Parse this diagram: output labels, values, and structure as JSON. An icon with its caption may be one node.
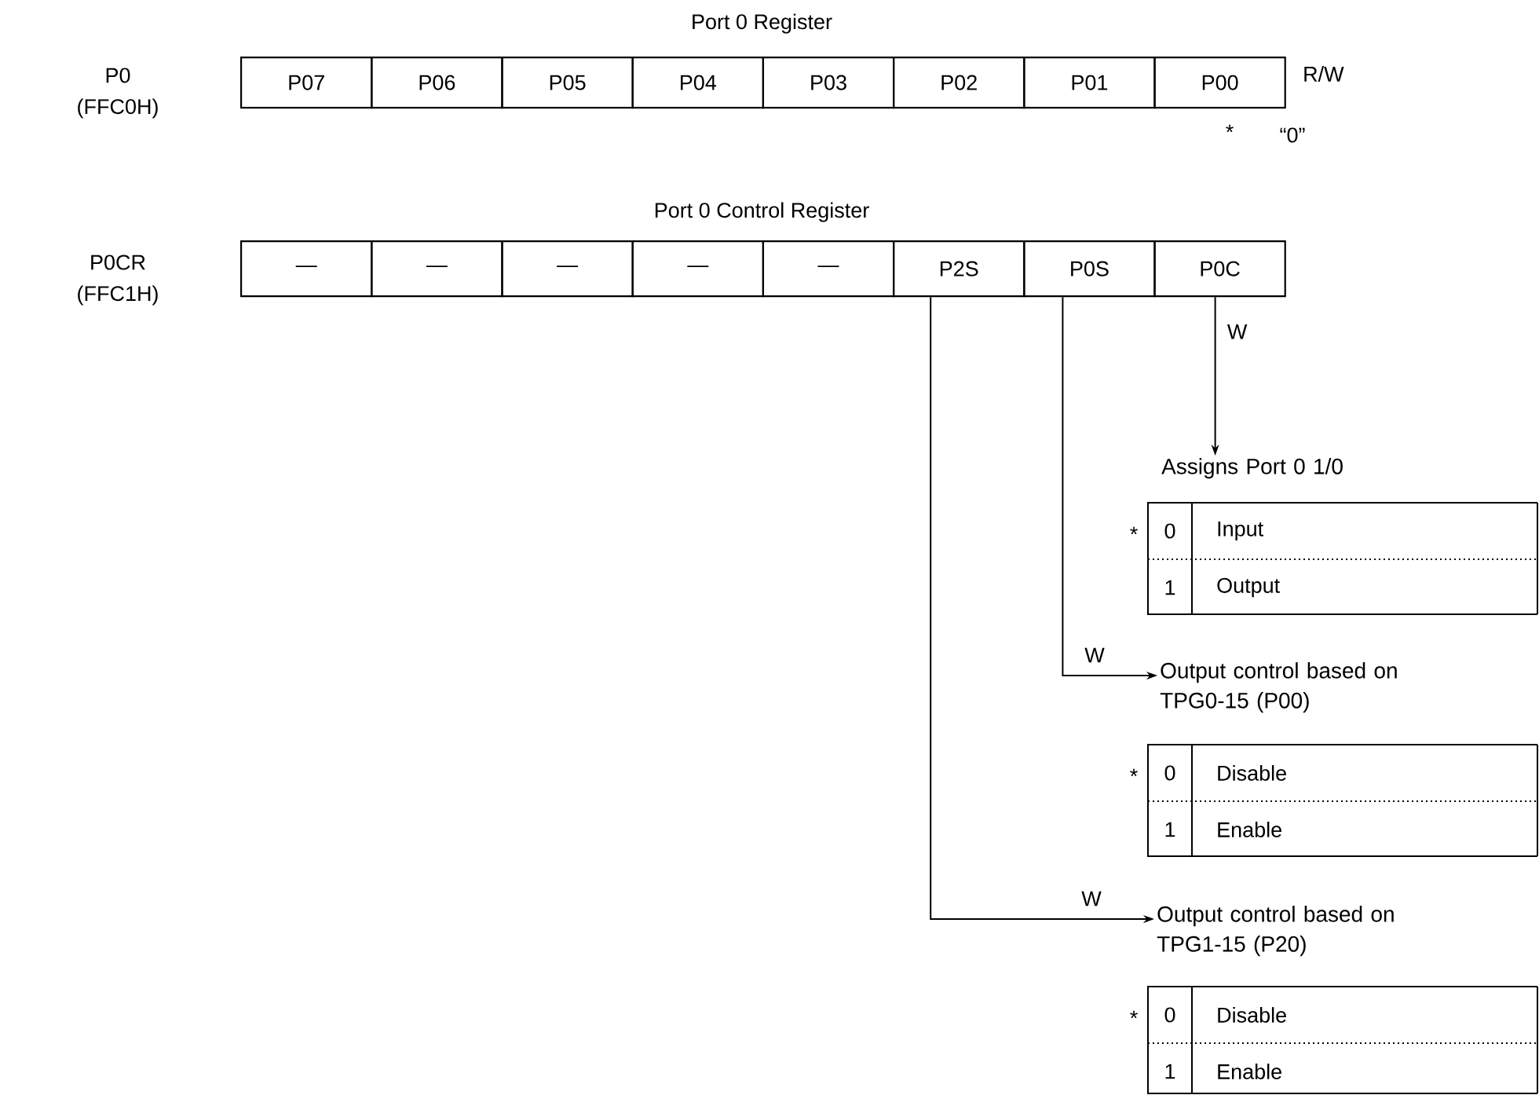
{
  "diagram": {
    "nodes": [
      {
        "text": [
          "P07"
        ]
      },
      {
        "text": [
          "P06"
        ]
      },
      {
        "text": [
          "P05"
        ]
      },
      {
        "text": [
          "P04"
        ]
      },
      {
        "text": [
          "P03"
        ]
      },
      {
        "text": [
          "P02"
        ]
      },
      {
        "text": [
          "P01"
        ]
      },
      {
        "text": [
          "P00"
        ]
      },
      {
        "text": [
          "—"
        ]
      },
      {
        "text": [
          "—"
        ]
      },
      {
        "text": [
          "—"
        ]
      },
      {
        "text": [
          "—"
        ]
      },
      {
        "text": [
          "—"
        ]
      },
      {
        "text": [
          "P2S"
        ]
      },
      {
        "text": [
          "P0S"
        ]
      },
      {
        "text": [
          "P0C"
        ]
      },
      {
        "text": [
          "Assigns Port 0 1/0"
        ]
      },
      {
        "text": [
          "Output control based on TPG0-15 (P00)"
        ]
      },
      {
        "text": [
          "Output control based on TPG1-15 (P20)"
        ]
      }
    ],
    "edges": [
      {
        "from": 15,
        "to": 16,
        "arrow": "to",
        "label": "W"
      },
      {
        "from": 14,
        "to": 17,
        "arrow": "to",
        "label": "W"
      },
      {
        "from": 13,
        "to": 18,
        "arrow": "to",
        "label": "W"
      }
    ],
    "labels": [
      "Port 0 Register",
      "P0",
      "(FFC0H)",
      "R/W",
      "*",
      "“0”",
      "Port 0 Control Register",
      "P0CR",
      "(FFC1H)",
      "*",
      "0",
      "Input",
      "1",
      "Output",
      "*",
      "0",
      "Disable",
      "1",
      "Enable",
      "*",
      "0",
      "Disable",
      "1",
      "Enable"
    ]
  }
}
